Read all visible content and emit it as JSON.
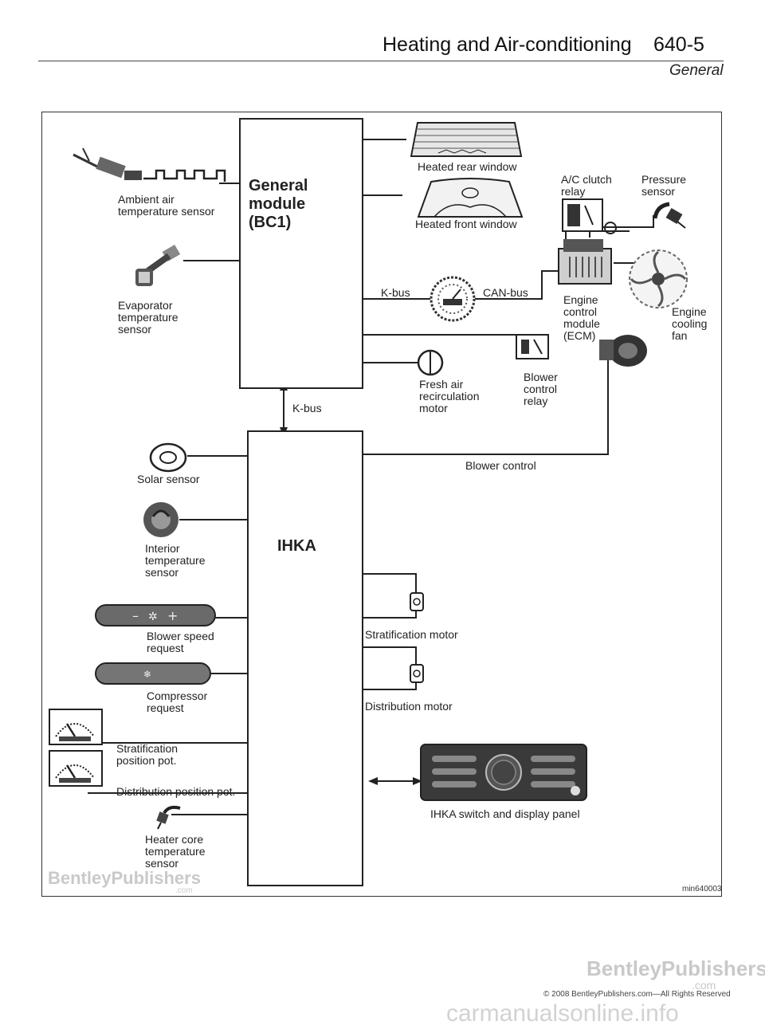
{
  "header": {
    "title": "Heating and Air-conditioning",
    "page_number": "640-5",
    "section": "General"
  },
  "modules": {
    "general_module": "General\nmodule\n(BC1)",
    "ihka": "IHKA"
  },
  "bus_labels": {
    "kbus_vertical": "K-bus",
    "kbus_cluster": "K-bus",
    "canbus": "CAN-bus"
  },
  "labels": {
    "ambient_air": "Ambient air\ntemperature sensor",
    "evaporator": "Evaporator\ntemperature\nsensor",
    "heated_rear_window": "Heated rear window",
    "heated_front_window": "Heated front window",
    "ac_clutch_relay": "A/C clutch\nrelay",
    "pressure_sensor": "Pressure\nsensor",
    "ecm": "Engine\ncontrol\nmodule\n(ECM)",
    "engine_cooling_fan": "Engine\ncooling\nfan",
    "fresh_air_motor": "Fresh air\nrecirculation\nmotor",
    "blower_control_relay": "Blower\ncontrol\nrelay",
    "blower_control": "Blower control",
    "solar_sensor": "Solar sensor",
    "interior_temp": "Interior\ntemperature\nsensor",
    "blower_speed": "Blower speed\nrequest",
    "compressor": "Compressor\nrequest",
    "stratification_pot": "Stratification\nposition pot.",
    "distribution_pot": "Distribution position pot.",
    "heater_core": "Heater core\ntemperature\nsensor",
    "stratification_motor": "Stratification motor",
    "distribution_motor": "Distribution motor",
    "ihka_panel": "IHKA switch and display panel"
  },
  "figure_id": "min640003",
  "watermarks": {
    "diagram": "BentleyPublishers",
    "diagram_sub": ".com",
    "footer": "BentleyPublishers",
    "footer_sub": ".com",
    "copyright": "© 2008 BentleyPublishers.com—All Rights Reserved",
    "site": "carmanualsonline.info"
  },
  "colors": {
    "line": "#222222",
    "watermark": "#c9c9c9",
    "shade": "#555555"
  },
  "icons": {
    "ambient": "ambient-air-sensor-icon",
    "evaporator": "evaporator-sensor-icon",
    "rear_window": "heated-rear-window-icon",
    "front_window": "heated-front-window-icon",
    "relay": "relay-icon",
    "pressure": "pressure-sensor-icon",
    "ecm": "ecm-icon",
    "fan": "cooling-fan-icon",
    "cluster": "instrument-cluster-icon",
    "motor": "motor-icon",
    "blower": "blower-motor-icon",
    "solar": "solar-sensor-icon",
    "interior": "interior-temp-sensor-icon",
    "blower_switch": "blower-speed-switch-icon",
    "compressor_switch": "compressor-switch-icon",
    "potentiometer": "potentiometer-icon",
    "heater_core": "heater-core-sensor-icon",
    "panel": "ihka-panel-icon"
  }
}
